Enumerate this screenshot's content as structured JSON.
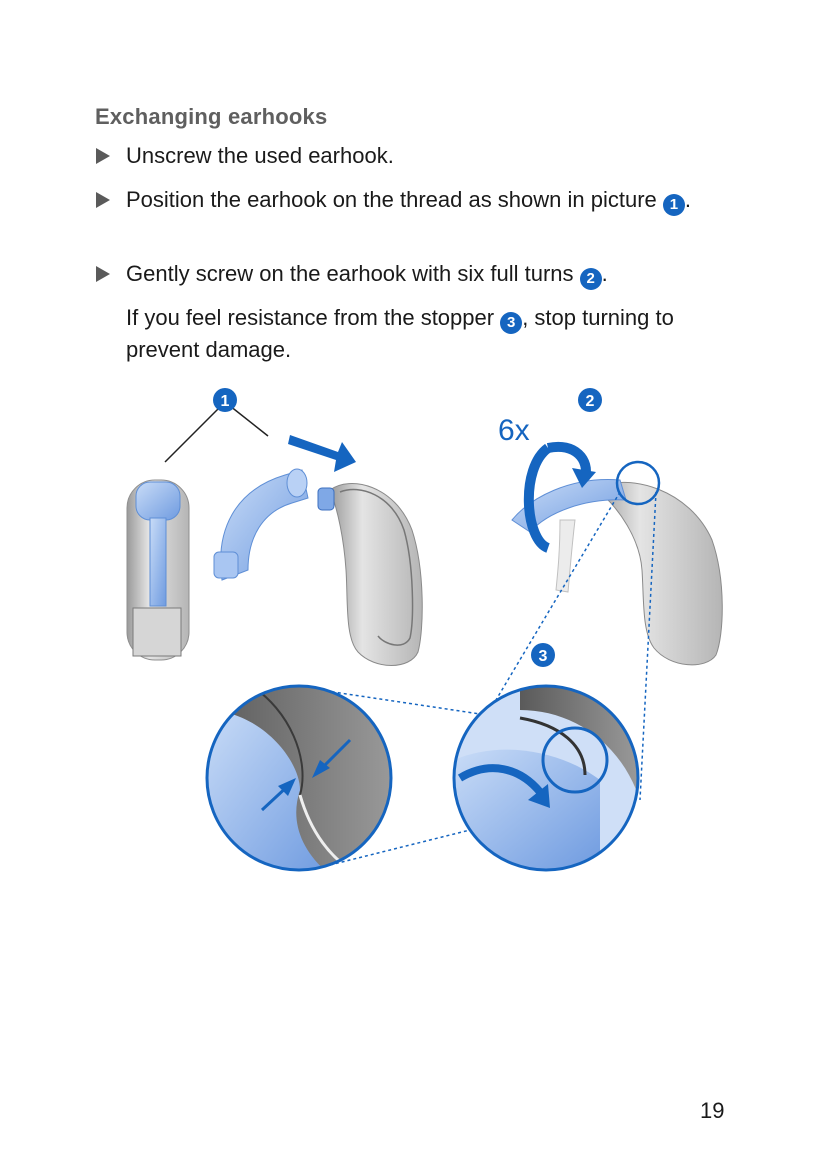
{
  "section": {
    "heading": "Exchanging earhooks"
  },
  "steps": [
    {
      "text": "Unscrew the used earhook."
    },
    {
      "text_before": "Position the earhook on the thread as shown in picture ",
      "marker": "1",
      "text_after": "."
    },
    {
      "text_before": "Gently screw on the earhook with six full turns ",
      "marker": "2",
      "text_after": "."
    }
  ],
  "note": {
    "text_before": "If you feel resistance from the stopper ",
    "marker": "3",
    "text_after": ", stop turning to prevent damage."
  },
  "illustration": {
    "callouts": [
      "1",
      "2",
      "3"
    ],
    "turns_label": "6x"
  },
  "colors": {
    "accent": "#1565c0",
    "device_grey": "#c9c9c9",
    "earhook_blue": "#9cc0f0"
  },
  "page_number": "19"
}
